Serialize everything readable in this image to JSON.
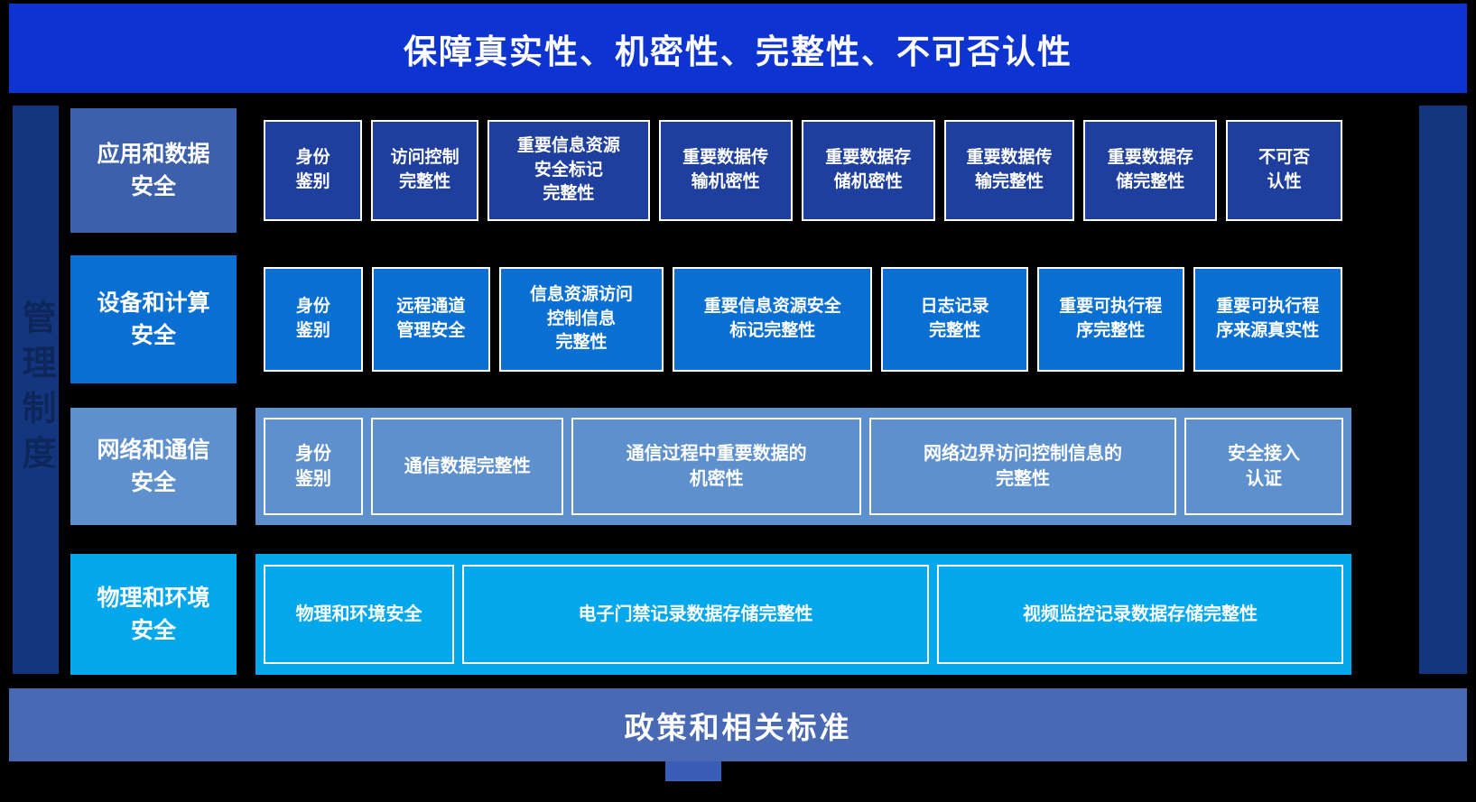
{
  "colors": {
    "page_bg": "#000000",
    "top_banner_bg": "#0d34d0",
    "bottom_banner_bg": "#4a69b5",
    "notch_bg": "#3a5db8",
    "side_bar_bg": "#14367f",
    "row1_label_bg": "#3c60ac",
    "row1_item_bg": "#1e3f9e",
    "row2_bg": "#0a6fd2",
    "row3_bg": "#5d90cc",
    "row4_bg": "#02a7ec",
    "text": "#ffffff"
  },
  "top_banner": {
    "text": "保障真实性、机密性、完整性、不可否认性"
  },
  "bottom_banner": {
    "text": "政策和相关标准"
  },
  "left_bar": {
    "text": "管理制度"
  },
  "rows": [
    {
      "label": "应用和数据\n安全",
      "items": [
        {
          "text": "身份\n鉴别"
        },
        {
          "text": "访问控制\n完整性"
        },
        {
          "text": "重要信息资源\n安全标记\n完整性"
        },
        {
          "text": "重要数据传\n输机密性"
        },
        {
          "text": "重要数据存\n储机密性"
        },
        {
          "text": "重要数据传\n输完整性"
        },
        {
          "text": "重要数据存\n储完整性"
        },
        {
          "text": "不可否\n认性"
        }
      ]
    },
    {
      "label": "设备和计算\n安全",
      "items": [
        {
          "text": "身份\n鉴别"
        },
        {
          "text": "远程通道\n管理安全"
        },
        {
          "text": "信息资源访问\n控制信息\n完整性"
        },
        {
          "text": "重要信息资源安全\n标记完整性"
        },
        {
          "text": "日志记录\n完整性"
        },
        {
          "text": "重要可执行程\n序完整性"
        },
        {
          "text": "重要可执行程\n序来源真实性"
        }
      ]
    },
    {
      "label": "网络和通信\n安全",
      "items": [
        {
          "text": "身份\n鉴别"
        },
        {
          "text": "通信数据完整性"
        },
        {
          "text": "通信过程中重要数据的\n机密性"
        },
        {
          "text": "网络边界访问控制信息的\n完整性"
        },
        {
          "text": "安全接入\n认证"
        }
      ]
    },
    {
      "label": "物理和环境\n安全",
      "items": [
        {
          "text": "物理和环境安全"
        },
        {
          "text": "电子门禁记录数据存储完整性"
        },
        {
          "text": "视频监控记录数据存储完整性"
        }
      ]
    }
  ]
}
